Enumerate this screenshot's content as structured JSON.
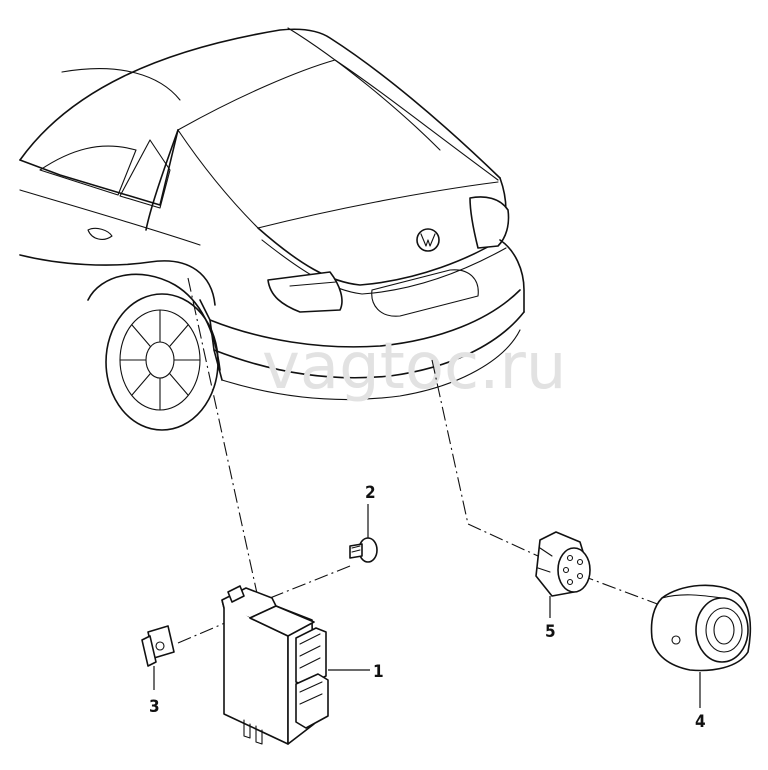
{
  "watermark": "vagtoc.ru",
  "parts": [
    {
      "id": "1",
      "label": "1"
    },
    {
      "id": "2",
      "label": "2"
    },
    {
      "id": "3",
      "label": "3"
    },
    {
      "id": "4",
      "label": "4"
    },
    {
      "id": "5",
      "label": "5"
    }
  ]
}
